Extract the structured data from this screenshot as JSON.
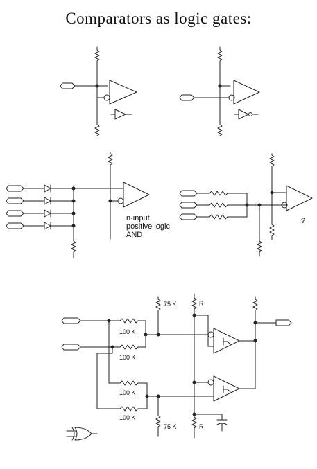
{
  "title": "Comparators as logic gates:",
  "labels": {
    "and_gate_caption_1": "n-input",
    "and_gate_caption_2": "positive logic",
    "and_gate_caption_3": "AND",
    "question_mark": "?",
    "resistor_75k_top": "75 K",
    "resistor_r_top": "R",
    "resistor_100k_1": "100 K",
    "resistor_100k_2": "100 K",
    "resistor_100k_3": "100 K",
    "resistor_100k_4": "100 K",
    "resistor_75k_bottom": "75 K",
    "resistor_r_bottom": "R"
  }
}
